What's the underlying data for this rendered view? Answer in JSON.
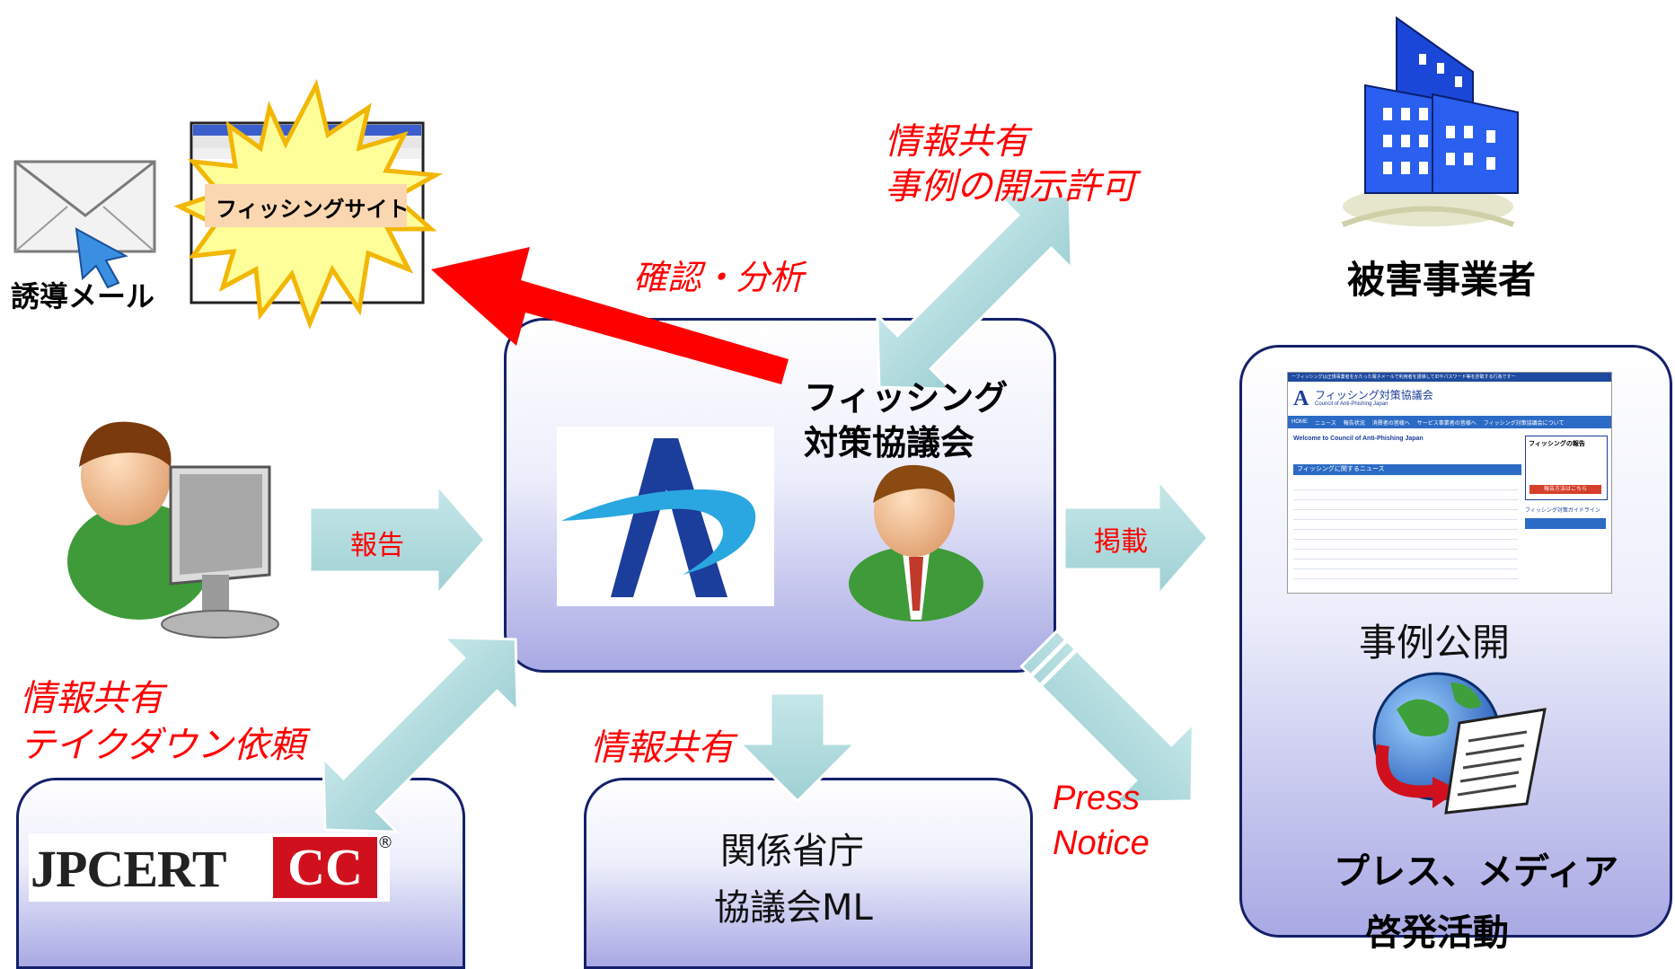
{
  "diagram": {
    "email": {
      "label": "誘導メール"
    },
    "phishing_site": {
      "label": "フィッシングサイト"
    },
    "victim_company": {
      "label": "被害事業者"
    },
    "council": {
      "title_line1": "フィッシング",
      "title_line2": "対策協議会"
    },
    "jpcert": {
      "logo_text": "JPCERT",
      "logo_cc": "CC",
      "logo_reg": "®"
    },
    "ministries": {
      "line1": "関係省庁",
      "line2": "協議会ML"
    },
    "publication": {
      "case_publication": "事例公開",
      "press_line1": "プレス、メディア",
      "press_line2": "啓発活動",
      "website": {
        "top_strip": "ーフィッシングは正規事業者をかたった電子メールで利用者を誘導してIDやパスワード等を詐取する行為ですー",
        "site_title": "フィッシング対策協議会",
        "site_subtitle": "Council of Anti-Phishing Japan",
        "nav": [
          "HOME",
          "ニュース",
          "報告状況",
          "消費者の皆様へ",
          "サービス事業者の皆様へ",
          "フィッシング対策協議会について"
        ],
        "welcome": "Welcome to Council of Anti-Phishing Japan",
        "news_heading": "フィッシングに関するニュース",
        "side_heading": "フィッシングの報告",
        "side_button": "報告方法はこちら",
        "side_link": "フィッシング対策ガイドライン"
      }
    },
    "arrows": {
      "report": "報告",
      "confirm_analyze": "確認・分析",
      "info_share_top_line1": "情報共有",
      "info_share_top_line2": "事例の開示許可",
      "publish": "掲載",
      "info_share_left_line1": "情報共有",
      "info_share_left_line2": "テイクダウン依頼",
      "info_share_bottom": "情報共有",
      "press_line1": "Press",
      "press_line2": "Notice"
    }
  },
  "colors": {
    "arrow_fill": "#b2dde0",
    "arrow_stroke": "#ffffff",
    "box_border": "#14206b",
    "red_text": "#ff0000",
    "red_arrow": "#ff0000",
    "building_blue": "#1a47d8"
  }
}
